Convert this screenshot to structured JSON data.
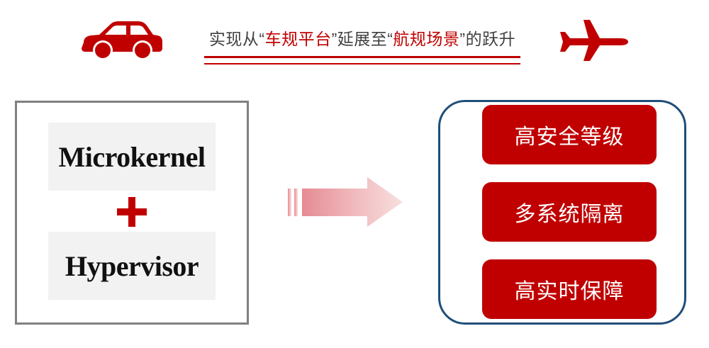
{
  "header": {
    "car_icon": "car-icon",
    "plane_icon": "airplane-icon",
    "headline": {
      "segments": [
        {
          "text": "实现从",
          "highlight": false
        },
        {
          "text": "“",
          "highlight": false
        },
        {
          "text": "车规平台",
          "highlight": true
        },
        {
          "text": "”",
          "highlight": false
        },
        {
          "text": "延展至",
          "highlight": false
        },
        {
          "text": "“",
          "highlight": false
        },
        {
          "text": "航规场景",
          "highlight": true
        },
        {
          "text": "”",
          "highlight": false
        },
        {
          "text": "的跃升",
          "highlight": false
        }
      ],
      "plain": "实现从“车规平台”延展至“航规场景”的跃升"
    }
  },
  "left_box": {
    "panels": [
      {
        "label": "Microkernel"
      },
      {
        "label": "Hypervisor"
      }
    ],
    "combiner_icon": "plus-icon"
  },
  "arrow": {
    "icon": "right-arrow-icon"
  },
  "right_box": {
    "features": [
      {
        "label": "高安全等级"
      },
      {
        "label": "多系统隔离"
      },
      {
        "label": "高实时保障"
      }
    ]
  },
  "colors": {
    "accent_red": "#C00000",
    "navy_border": "#1F4E79",
    "gray_border": "#808080",
    "panel_gray": "#F2F2F2",
    "headline_text": "#404040",
    "arrow_start": "#E8939A",
    "arrow_end": "#F7DCDC"
  }
}
